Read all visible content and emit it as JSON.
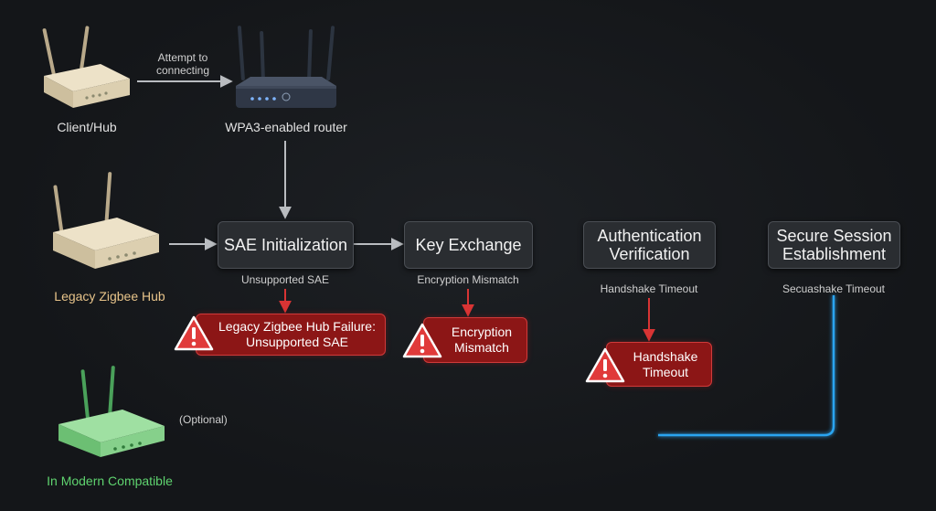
{
  "devices": {
    "client_hub": "Client/Hub",
    "router": "WPA3-enabled router",
    "legacy_hub": "Legacy Zigbee Hub",
    "modern": "In Modern Compatible"
  },
  "edges": {
    "attempt_line1": "Attempt to",
    "attempt_line2": "connecting",
    "optional": "(Optional)"
  },
  "steps": {
    "sae": "SAE Initialization",
    "key_exchange": "Key Exchange",
    "auth_line1": "Authentication",
    "auth_line2": "Verification",
    "secure_line1": "Secure Session",
    "secure_line2": "Establishment"
  },
  "captions": {
    "sae": "Unsupported SAE",
    "key_exchange": "Encryption Mismatch",
    "auth": "Handshake Timeout",
    "secure": "Secuashake Timeout"
  },
  "errors": {
    "sae_line1": "Legacy Zigbee Hub Failure:",
    "sae_line2": "Unsupported SAE",
    "enc_line1": "Encryption",
    "enc_line2": "Mismatch",
    "hs_line1": "Handshake",
    "hs_line2": "Timeout"
  },
  "colors": {
    "grey_arrow": "#b9bcc0",
    "blue_arrow": "#2aa4f0",
    "red_arrow": "#d83434",
    "green_line": "#4bd16a",
    "legacy_label": "#e8c48a",
    "modern_label": "#5fd36f"
  }
}
